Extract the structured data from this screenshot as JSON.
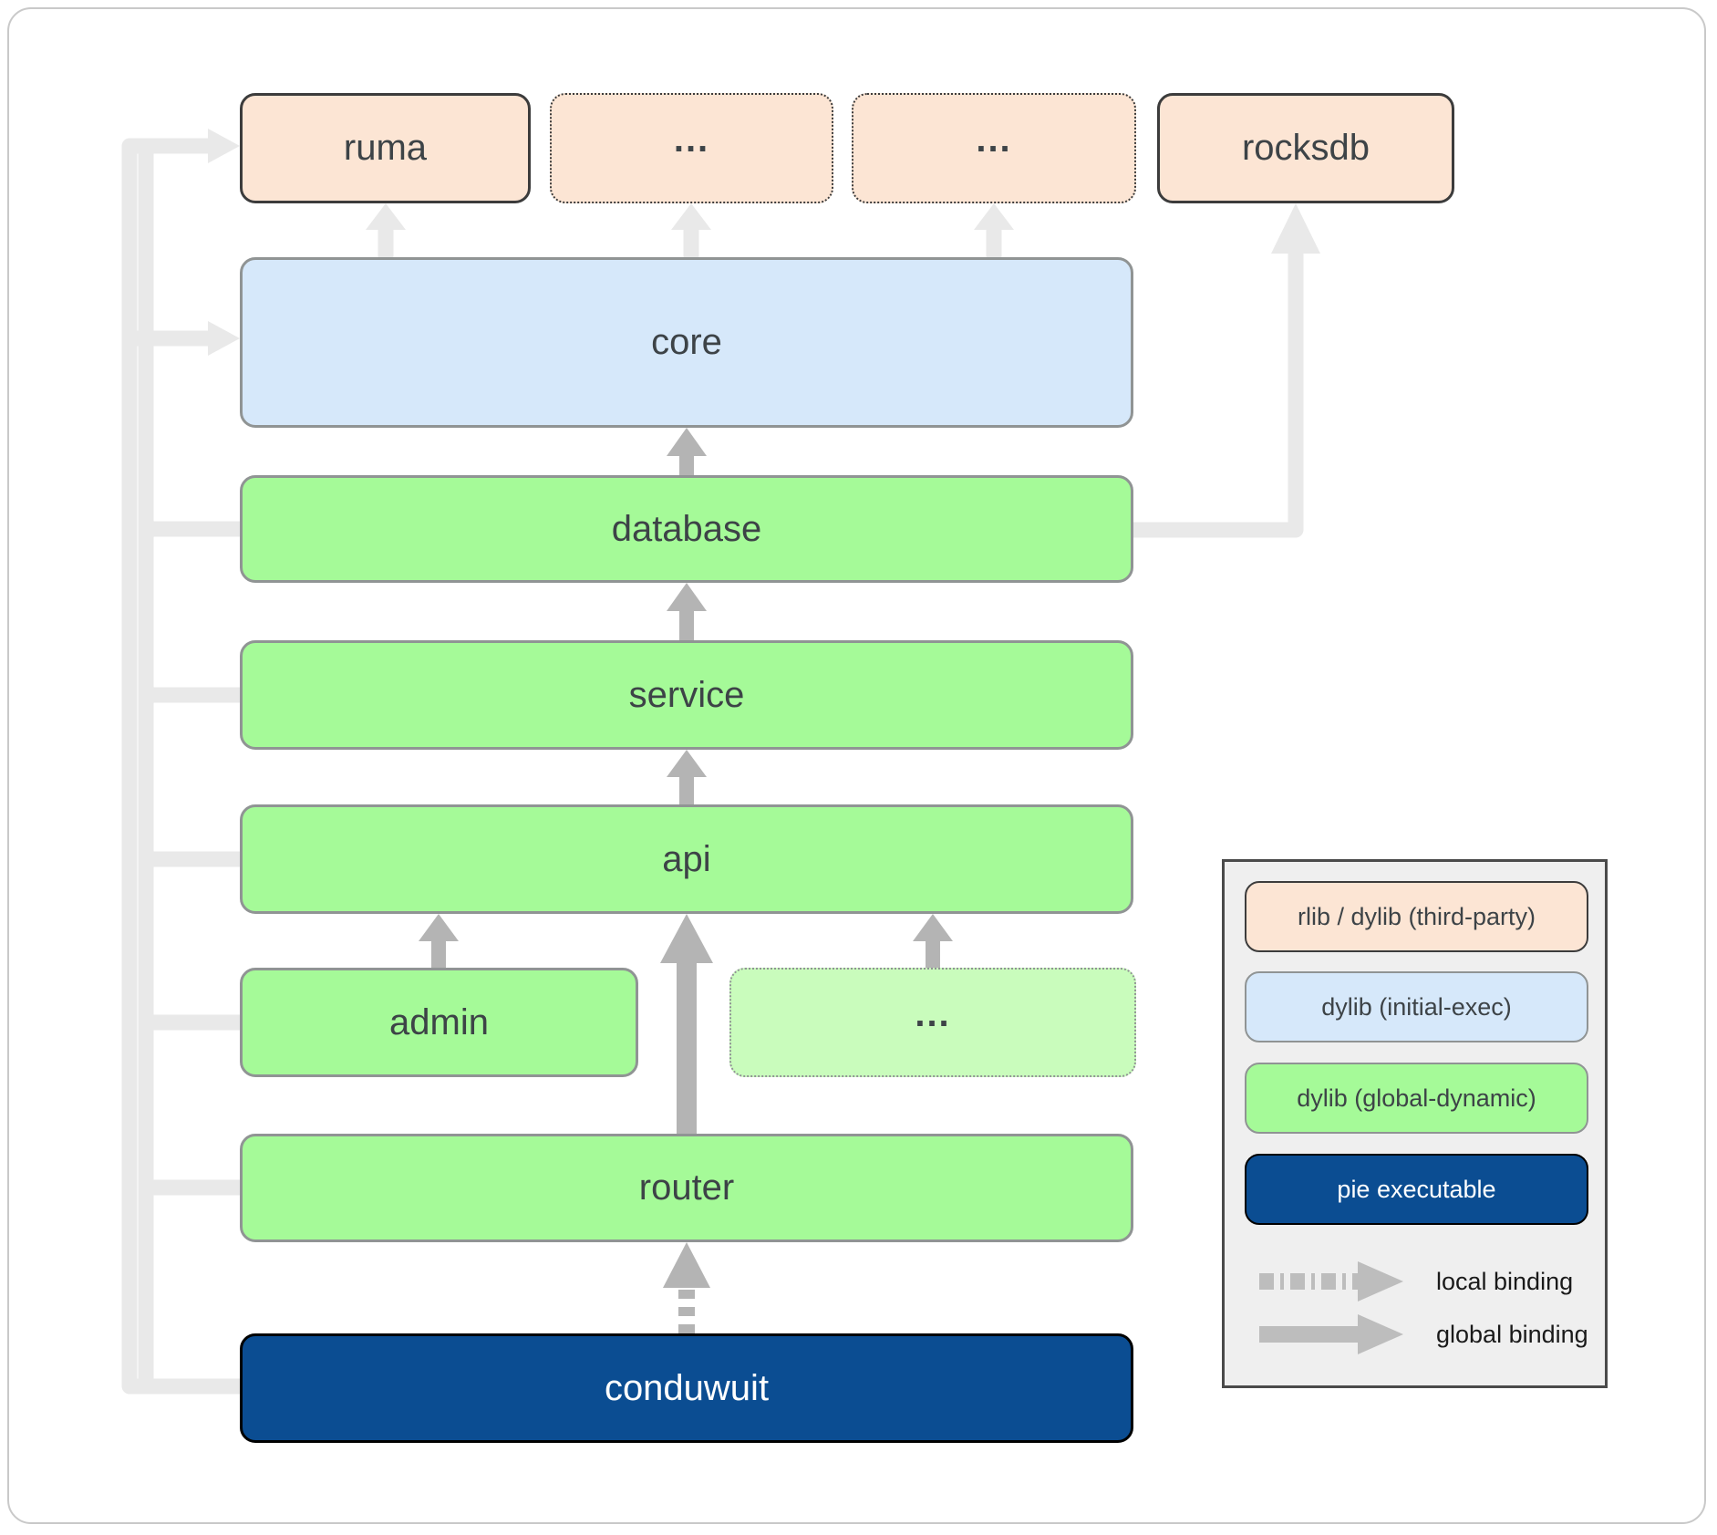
{
  "theme": {
    "peach": "#fce5d4",
    "blue_light": "#d6e8fa",
    "green": "#a5fa98",
    "green_light": "#c9fcbc",
    "navy": "#0b4d92",
    "arrow_light": "#e9e9e9",
    "arrow_gray": "#b4b4b4",
    "node_text": "#3d4347",
    "legend_bg": "#efefef"
  },
  "nodes": {
    "ruma": {
      "label": "ruma"
    },
    "dots_top_1": {
      "label": "..."
    },
    "dots_top_2": {
      "label": "..."
    },
    "rocksdb": {
      "label": "rocksdb"
    },
    "core": {
      "label": "core"
    },
    "database": {
      "label": "database"
    },
    "service": {
      "label": "service"
    },
    "api": {
      "label": "api"
    },
    "admin": {
      "label": "admin"
    },
    "dots_mid": {
      "label": "..."
    },
    "router": {
      "label": "router"
    },
    "conduwuit": {
      "label": "conduwuit"
    }
  },
  "legend": {
    "items": [
      {
        "label": "rlib / dylib (third-party)",
        "type": "third-party"
      },
      {
        "label": "dylib (initial-exec)",
        "type": "initial-exec"
      },
      {
        "label": "dylib (global-dynamic)",
        "type": "global-dynamic"
      },
      {
        "label": "pie executable",
        "type": "pie-executable"
      }
    ],
    "bindings": [
      {
        "label": "local binding",
        "style": "dashed"
      },
      {
        "label": "global binding",
        "style": "solid"
      }
    ]
  }
}
